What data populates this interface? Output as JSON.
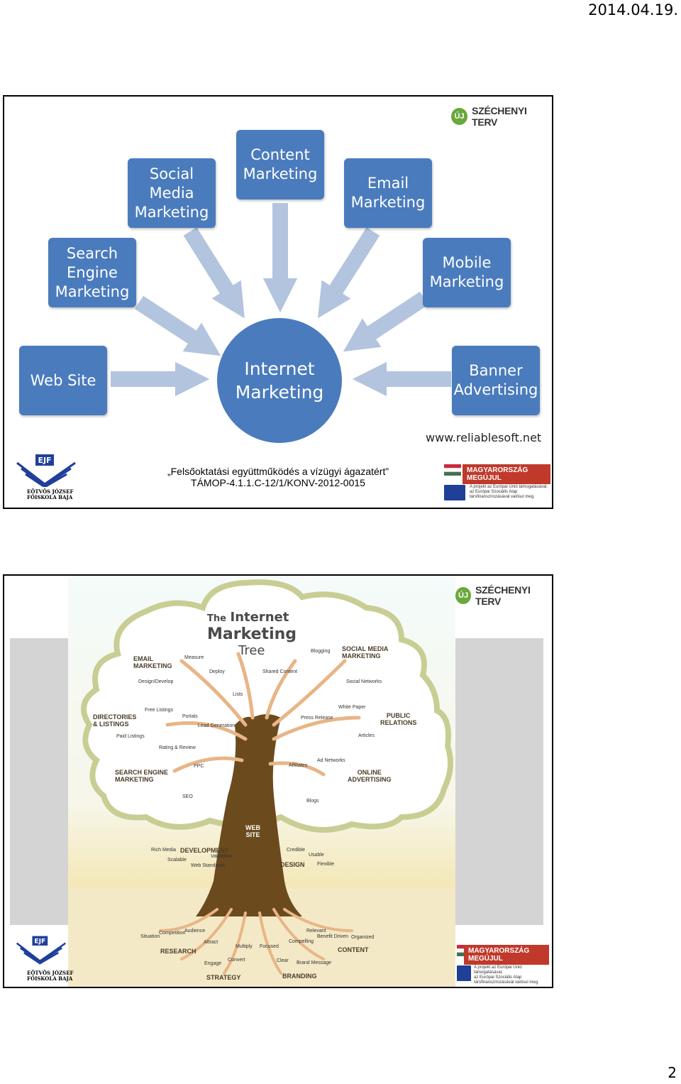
{
  "header": {
    "date": "2014.04.19."
  },
  "page_number": "2",
  "branding": {
    "szechenyi": "SZÉCHENYI TERV",
    "szechenyi_mark": "ÚJ",
    "school": "EÖTVÖS JÓZSEF\nFŐISKOLA BAJA",
    "magyarorszag": "MAGYARORSZÁG MEGÚJUL",
    "eu_note": "A projekt az Európai Unió támogatásával,\naz Európai Szociális Alap\ntársfinanszírozásával valósul meg."
  },
  "slide1": {
    "center": "Internet\nMarketing",
    "boxes": {
      "social_media": "Social\nMedia\nMarketing",
      "content": "Content\nMarketing",
      "email": "Email\nMarketing",
      "search_engine": "Search\nEngine\nMarketing",
      "mobile": "Mobile\nMarketing",
      "web_site": "Web Site",
      "banner": "Banner\nAdvertising"
    },
    "source": "www.reliablesoft.net",
    "footer_line1": "„Felsőoktatási együttműködés a vízügyi ágazatért”",
    "footer_line2": "TÁMOP-4.1.1.C-12/1/KONV-2012-0015"
  },
  "slide2": {
    "title_the": "The",
    "title_internet": "Internet",
    "title_marketing": "Marketing",
    "title_tree": "Tree",
    "categories": {
      "email": "EMAIL\nMARKETING",
      "social": "SOCIAL MEDIA\nMARKETING",
      "directories": "DIRECTORIES\n& LISTINGS",
      "public": "PUBLIC\nRELATIONS",
      "search": "SEARCH ENGINE\nMARKETING",
      "online": "ONLINE\nADVERTISING",
      "website": "WEB\nSITE",
      "development": "DEVELOPMENT",
      "design": "DESIGN",
      "research": "RESEARCH",
      "content": "CONTENT",
      "strategy": "STRATEGY",
      "branding": "BRANDING"
    },
    "labels": {
      "measure": "Measure",
      "deploy": "Deploy",
      "design_develop": "Design/Develop",
      "shared_content": "Shared Content",
      "blogging": "Blogging",
      "social_networks": "Social Networks",
      "lists": "Lists",
      "free_listings": "Free Listings",
      "portals": "Portals",
      "lead_generation": "Lead Generation",
      "paid_listings": "Paid Listings",
      "press_release": "Press Release",
      "white_paper": "White Paper",
      "articles": "Articles",
      "rating_review": "Rating & Review",
      "ppc": "PPC",
      "affiliates": "Affiliates",
      "ad_networks": "Ad Networks",
      "seo": "SEO",
      "blogs": "Blogs",
      "rich_media": "Rich Media",
      "scalable": "Scalable",
      "validation": "Validation",
      "web_standards": "Web Standards",
      "credible": "Credible",
      "usable": "Usable",
      "flexible": "Flexible",
      "situation": "Situation",
      "competition": "Competition",
      "audience": "Audience",
      "attract": "Attract",
      "engage": "Engage",
      "convert": "Convert",
      "multiply": "Multiply",
      "focused": "Focused",
      "clear": "Clear",
      "brand_message": "Brand Message",
      "compelling": "Compelling",
      "relevant": "Relevant",
      "benefit_driven": "Benefit Driven",
      "organized": "Organized"
    }
  }
}
